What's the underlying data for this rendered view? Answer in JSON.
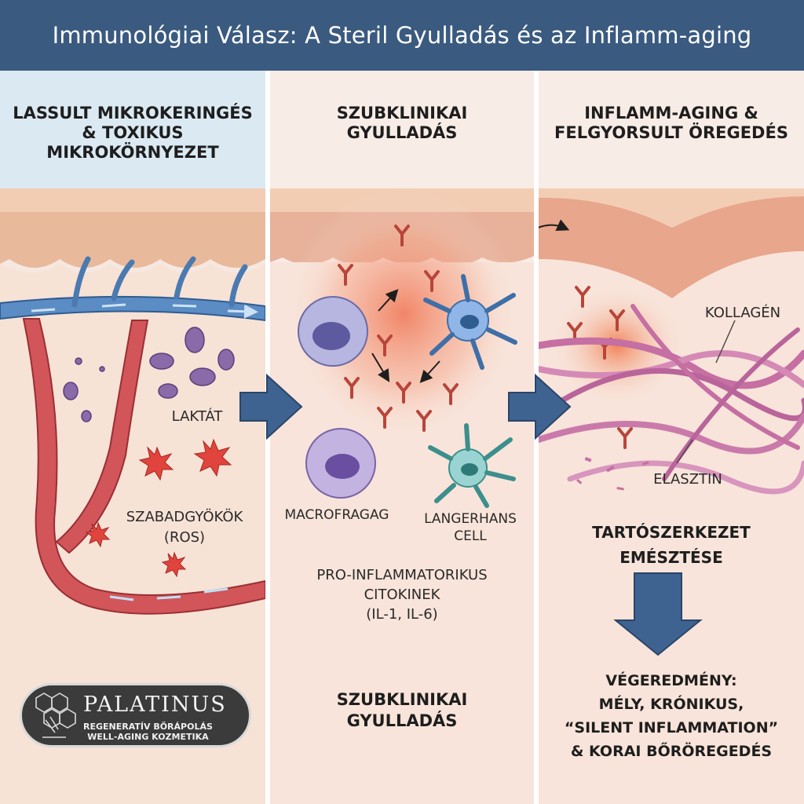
{
  "header": {
    "title": "Immunológiai Válasz: A Steril Gyulladás és az Inflamm-aging"
  },
  "panels": [
    {
      "heading": "LASSULT MIKROKERINGÉS\n& TOXIKUS\nMIKROKÖRNYEZET",
      "labels": {
        "lactate": "LAKTÁT",
        "free_radicals": "SZABADGYÖKÖK\n(ROS)"
      }
    },
    {
      "heading": "SZUBKLINIKAI\nGYULLADÁS",
      "labels": {
        "macrophage": "MACROFRAGAG",
        "langerhans": "LANGERHANS\nCELL",
        "cytokines": "PRO-INFLAMMATORIKUS\nCITOKINEK\n(IL-1, IL-6)",
        "footer": "SZUBKLINIKAI\nGYULLADÁS"
      }
    },
    {
      "heading": "INFLAMM-AGING &\nFELGYORSULT ÖREGEDÉS",
      "labels": {
        "collagen": "KOLLAGÉN",
        "elastin": "ELASZTIN",
        "digestion": "TARTÓSZERKEZET\nEMÉSZTÉSE",
        "outcome": "VÉGEREDMÉNY:\nMÉLY, KRÓNIKUS,\n“SILENT INFLAMMATION”\n& KORAI BŐRÖREGEDÉS"
      }
    }
  ],
  "logo": {
    "name": "PALATINUS",
    "tagline": "REGENERATÍV BŐRÁPOLÁS\nWELL-AGING KOZMETIKA"
  },
  "colors": {
    "title_bar": "#3a5a80",
    "vessel_blue": "#4a7ab0",
    "vessel_red": "#c8474b",
    "cytokine": "#b8453a",
    "fiber": "#c56fa3",
    "arrow": "#3e6390"
  },
  "icons": [
    "palatinus-logo-icon",
    "right-arrow-icon",
    "down-arrow-icon"
  ]
}
